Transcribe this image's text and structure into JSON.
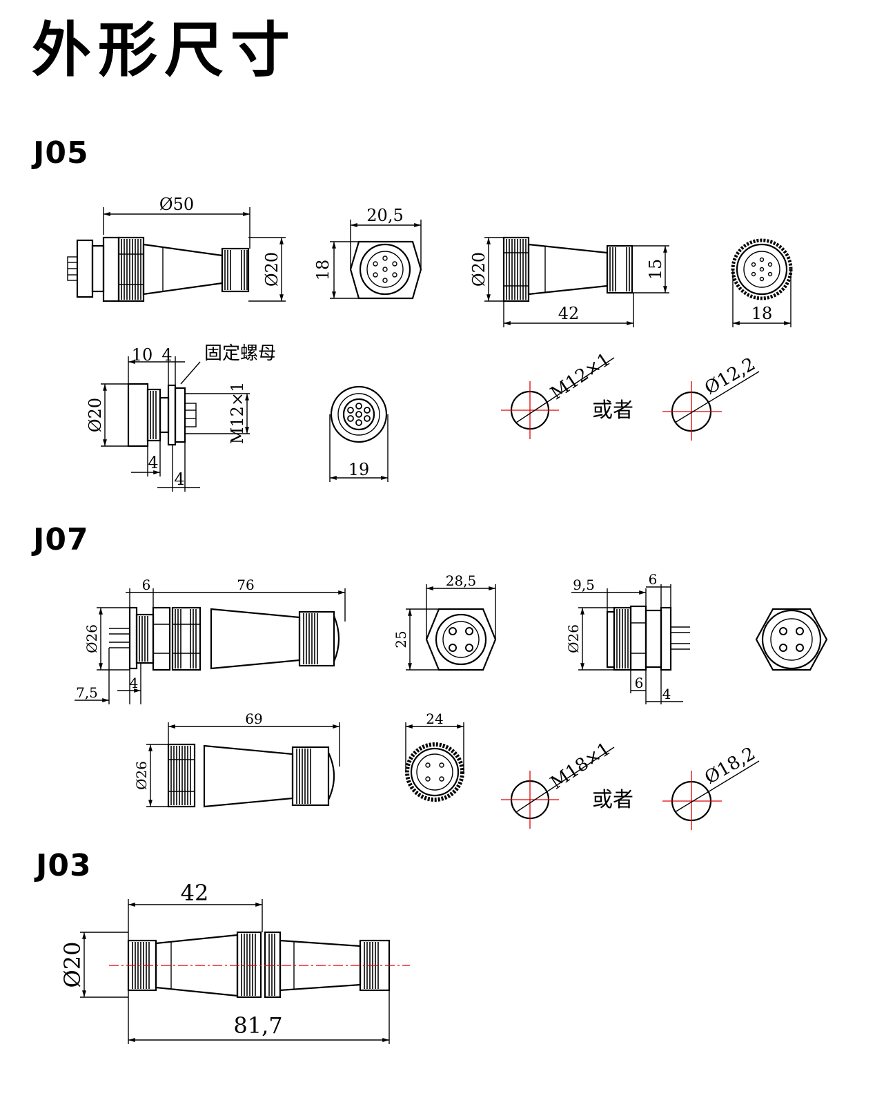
{
  "title": "外形尺寸",
  "sections": {
    "j05": {
      "label": "J05",
      "dims": {
        "overall_len": "Ø50",
        "overall_dia": "Ø20",
        "front_hex": "20,5",
        "front_h": "18",
        "plug_dia": "Ø20",
        "plug_d2": "15",
        "plug_len": "42",
        "end_dia": "18",
        "panel_a": "10",
        "panel_b": "4",
        "nut_label": "固定螺母",
        "panel_dia": "Ø20",
        "thread": "M12×1",
        "panel_c": "4",
        "panel_d": "4",
        "socket_dia": "19",
        "hole_thread": "M12×1",
        "hole_or": "或者",
        "hole_dia": "Ø12,2"
      }
    },
    "j07": {
      "label": "J07",
      "dims": {
        "a": "6",
        "b": "76",
        "dia": "Ø26",
        "c": "7,5",
        "d": "4",
        "hex": "28,5",
        "hex_h": "25",
        "p_a": "9,5",
        "p_b": "6",
        "p_dia": "Ø26",
        "p_c": "6",
        "p_d": "4",
        "len2": "69",
        "dia2": "Ø26",
        "end_dia": "24",
        "hole_thread": "M18×1",
        "hole_or": "或者",
        "hole_dia": "Ø18,2"
      }
    },
    "j03": {
      "label": "J03",
      "dims": {
        "half": "42",
        "dia": "Ø20",
        "total": "81,7"
      }
    }
  }
}
